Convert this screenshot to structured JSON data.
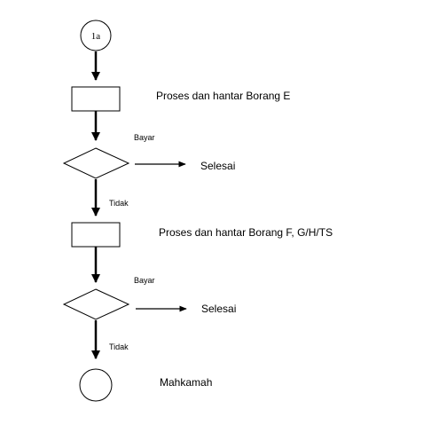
{
  "connector_start": {
    "label": "1a"
  },
  "steps": [
    {
      "id": "step-1",
      "label": "Proses dan hantar Borang E"
    },
    {
      "id": "step-2",
      "label": "Proses dan hantar Borang F, G/H/TS"
    }
  ],
  "decisions": [
    {
      "id": "decision-1",
      "yes_label": "Bayar",
      "yes_outcome": "Selesai",
      "no_label": "Tidak"
    },
    {
      "id": "decision-2",
      "yes_label": "Bayar",
      "yes_outcome": "Selesai",
      "no_label": "Tidak"
    }
  ],
  "terminal": {
    "label": "Mahkamah"
  },
  "colors": {
    "stroke": "#000000",
    "fill": "#ffffff",
    "text": "#000000"
  }
}
